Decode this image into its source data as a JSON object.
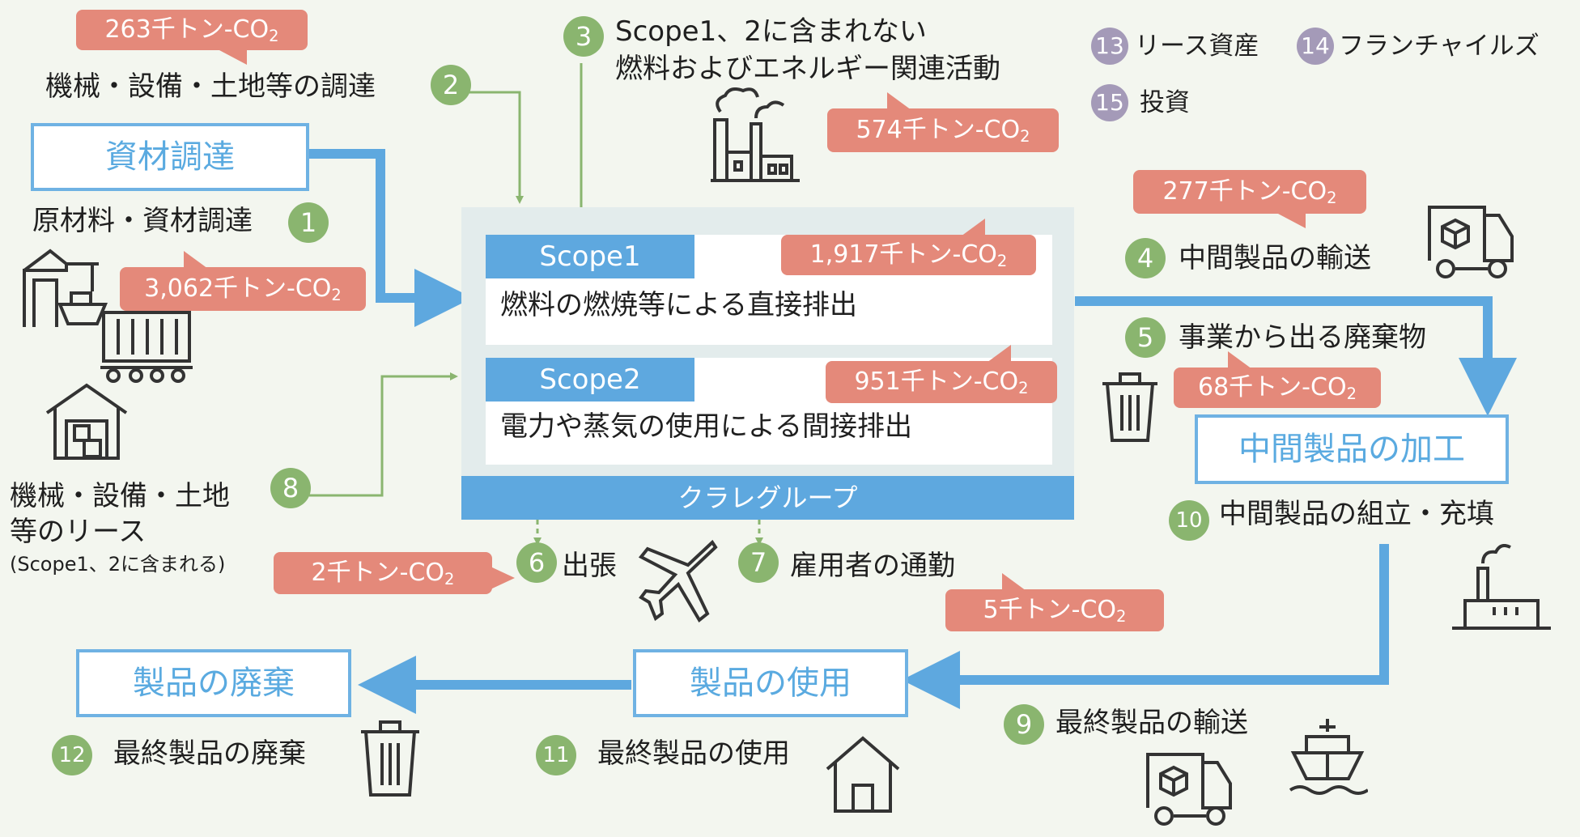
{
  "group": {
    "label": "クラレグループ"
  },
  "scope1": {
    "header": "Scope1",
    "desc": "燃料の燃焼等による直接排出",
    "value": "1,917千トン-CO2"
  },
  "scope2": {
    "header": "Scope2",
    "desc": "電力や蒸気の使用による間接排出",
    "value": "951千トン-CO2"
  },
  "stages": {
    "procurement": "資材調達",
    "processing": "中間製品の加工",
    "use": "製品の使用",
    "disposal": "製品の廃棄"
  },
  "categories": [
    {
      "num": "1",
      "label": "原材料・資材調達",
      "value": "3,062千トン-CO2"
    },
    {
      "num": "2",
      "label": "機械・設備・土地等の調達",
      "value": "263千トン-CO2"
    },
    {
      "num": "3",
      "label_l1": "Scope1、2に含まれない",
      "label_l2": "燃料およびエネルギー関連活動",
      "value": "574千トン-CO2"
    },
    {
      "num": "4",
      "label": "中間製品の輸送",
      "value": "277千トン-CO2"
    },
    {
      "num": "5",
      "label": "事業から出る廃棄物",
      "value": "68千トン-CO2"
    },
    {
      "num": "6",
      "label": "出張",
      "value": "2千トン-CO2"
    },
    {
      "num": "7",
      "label": "雇用者の通勤",
      "value": "5千トン-CO2"
    },
    {
      "num": "8",
      "label_l1": "機械・設備・土地",
      "label_l2": "等のリース",
      "note": "(Scope1、2に含まれる)"
    },
    {
      "num": "9",
      "label": "最終製品の輸送"
    },
    {
      "num": "10",
      "label": "中間製品の組立・充填"
    },
    {
      "num": "11",
      "label": "最終製品の使用"
    },
    {
      "num": "12",
      "label": "最終製品の廃棄"
    },
    {
      "num": "13",
      "label": "リース資産"
    },
    {
      "num": "14",
      "label": "フランチャイルズ"
    },
    {
      "num": "15",
      "label": "投資"
    }
  ],
  "colors": {
    "blue": "#5ea8df",
    "green": "#8ab56f",
    "salmon": "#e4897a",
    "purple": "#a49ab8"
  },
  "icons": [
    "factory-icon",
    "truck-icon",
    "trash-icon",
    "port-crane-icon",
    "ship-icon",
    "container-icon",
    "warehouse-icon",
    "airplane-icon",
    "house-icon",
    "plant-icon"
  ]
}
